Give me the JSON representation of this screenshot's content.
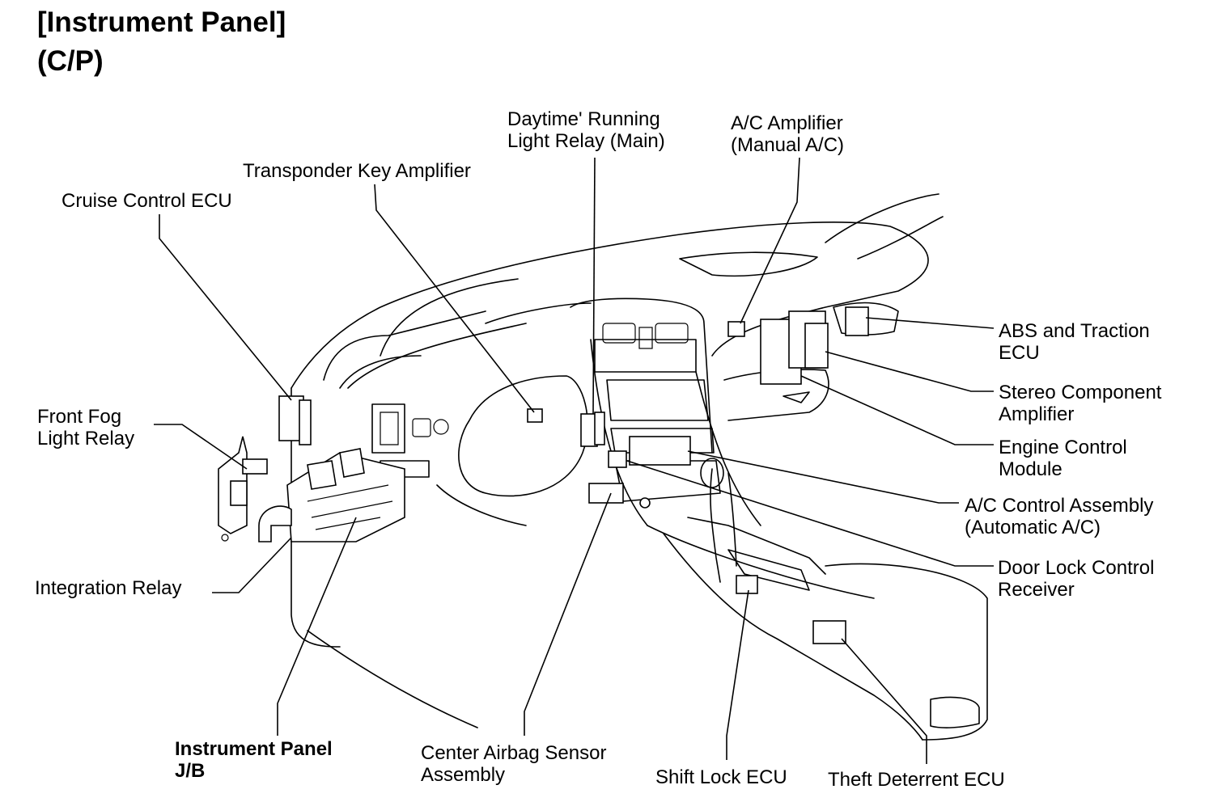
{
  "title": {
    "line1": "[Instrument Panel]",
    "line2": "(C/P)"
  },
  "labels": {
    "drl_relay": [
      "Daytime' Running",
      "Light Relay (Main)"
    ],
    "ac_amplifier": [
      "A/C Amplifier",
      "(Manual A/C)"
    ],
    "transponder": [
      "Transponder Key Amplifier"
    ],
    "cruise_ecu": [
      "Cruise Control ECU"
    ],
    "abs_ecu": [
      "ABS and Traction",
      "ECU"
    ],
    "stereo_amp": [
      "Stereo Component",
      "Amplifier"
    ],
    "engine_module": [
      "Engine Control",
      "Module"
    ],
    "fog_relay": [
      "Front Fog",
      "Light Relay"
    ],
    "ac_control": [
      "A/C Control Assembly",
      "(Automatic A/C)"
    ],
    "door_lock": [
      "Door Lock Control",
      "Receiver"
    ],
    "integration_relay": [
      "Integration Relay"
    ],
    "ip_jb": [
      "Instrument Panel",
      "J/B"
    ],
    "airbag_sensor": [
      "Center Airbag Sensor",
      "Assembly"
    ],
    "shift_lock": [
      "Shift Lock ECU"
    ],
    "theft_ecu": [
      "Theft Deterrent ECU"
    ]
  }
}
